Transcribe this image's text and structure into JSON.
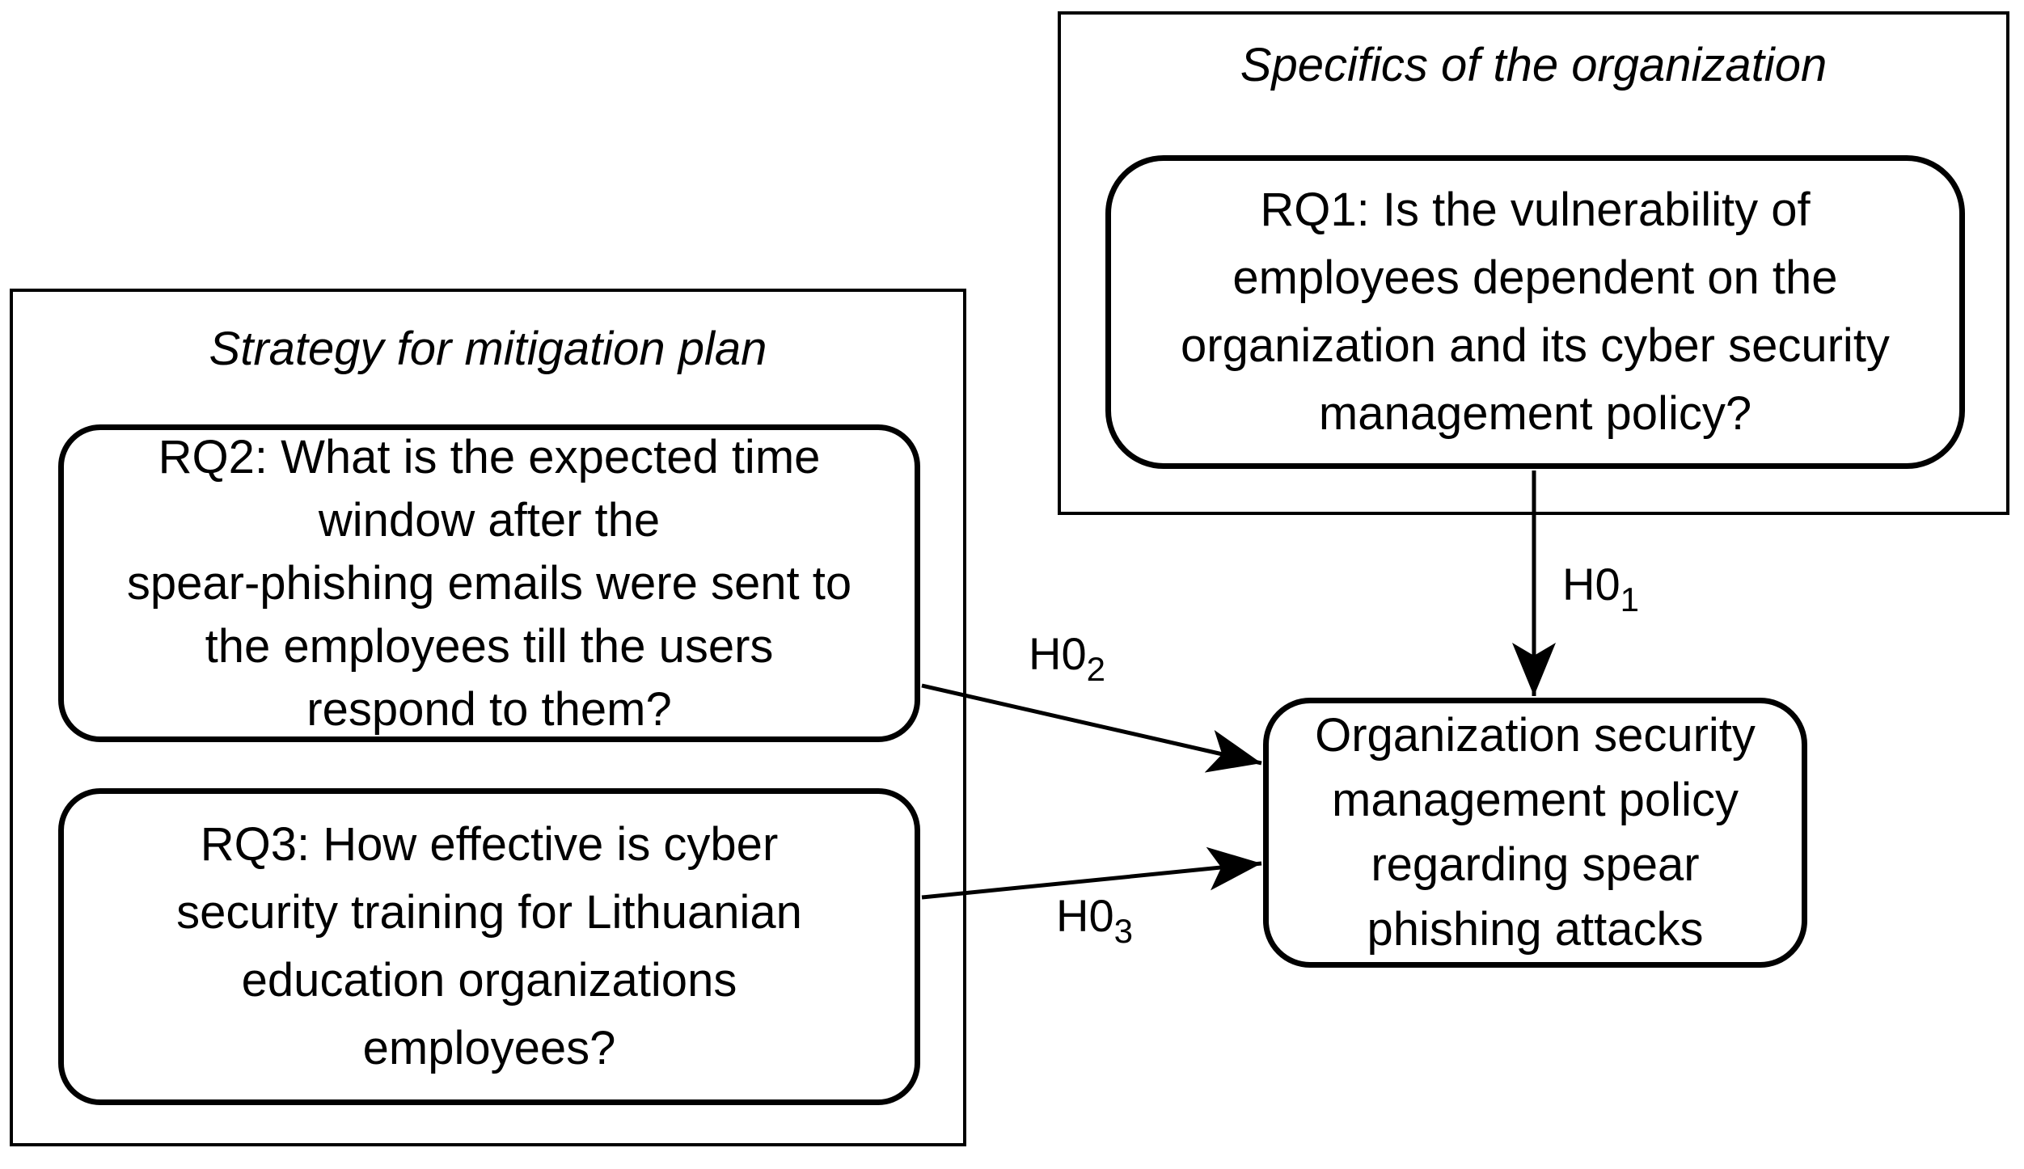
{
  "diagram": {
    "background": "#ffffff",
    "stroke_color": "#000000",
    "groups": {
      "specifics": {
        "title": "Specifics of the organization"
      },
      "strategy": {
        "title": "Strategy for mitigation plan"
      }
    },
    "nodes": {
      "rq1": {
        "lines": [
          "RQ1: Is the vulnerability of",
          "employees dependent on the",
          "organization and its cyber security",
          "management policy?"
        ]
      },
      "rq2": {
        "lines": [
          "RQ2: What is the expected time",
          "window after the",
          "spear-phishing emails were sent to",
          "the employees till the users",
          "respond to them?"
        ]
      },
      "rq3": {
        "lines": [
          "RQ3: How effective is cyber",
          "security training for Lithuanian",
          "education organizations",
          "employees?"
        ]
      },
      "outcome": {
        "lines": [
          "Organization security",
          "management policy",
          "regarding spear",
          "phishing attacks"
        ]
      }
    },
    "hypotheses": {
      "h01": {
        "label": "H0",
        "sub": "1",
        "from": "rq1",
        "to": "outcome"
      },
      "h02": {
        "label": "H0",
        "sub": "2",
        "from": "rq2",
        "to": "outcome"
      },
      "h03": {
        "label": "H0",
        "sub": "3",
        "from": "rq3",
        "to": "outcome"
      }
    }
  }
}
